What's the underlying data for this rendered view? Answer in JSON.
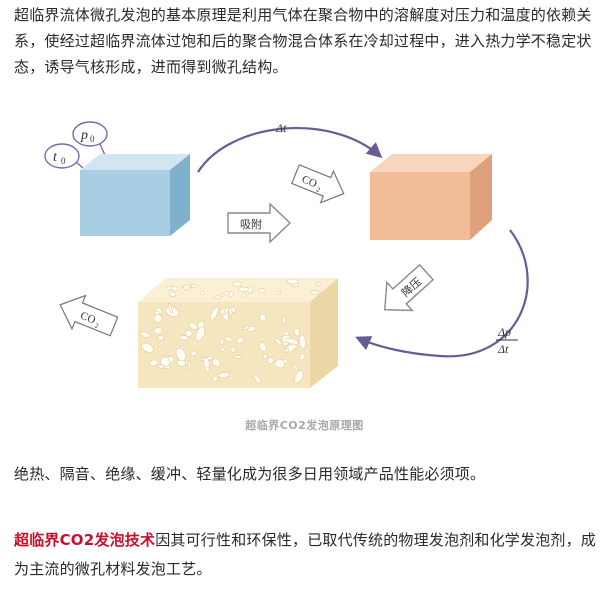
{
  "intro": {
    "text": "超临界流体微孔发泡的基本原理是利用气体在聚合物中的溶解度对压力和温度的依赖关系，使经过超临界流体过饱和后的聚合物混合体系在冷却过程中，进入热力学不稳定状态，诱导气核形成，进而得到微孔结构。"
  },
  "figure": {
    "labels": {
      "t0": "t",
      "t0_sub": "0",
      "p0": "p",
      "p0_sub": "0",
      "delta_t": "Δt",
      "co2_top": "CO",
      "co2_top_sub": "2",
      "adsorb": "吸附",
      "depressurize": "降压",
      "co2_bottom": "CO",
      "co2_bottom_sub": "2",
      "dp": "Δp",
      "dt": "Δt"
    },
    "colors": {
      "blue_cube": "#a9cde2",
      "orange_cube": "#f1bc97",
      "foam": "#f6e6c0",
      "arc": "#6a5a96"
    },
    "caption": "超临界CO2发泡原理图"
  },
  "uses": {
    "text": "绝热、隔音、绝缘、缓冲、轻量化成为很多日用领域产品性能必须项。"
  },
  "tech": {
    "highlight": "超临界CO2发泡技术",
    "text": "因其可行性和环保性，已取代传统的物理发泡剂和化学发泡剂，成为主流的微孔材料发泡工艺。"
  }
}
